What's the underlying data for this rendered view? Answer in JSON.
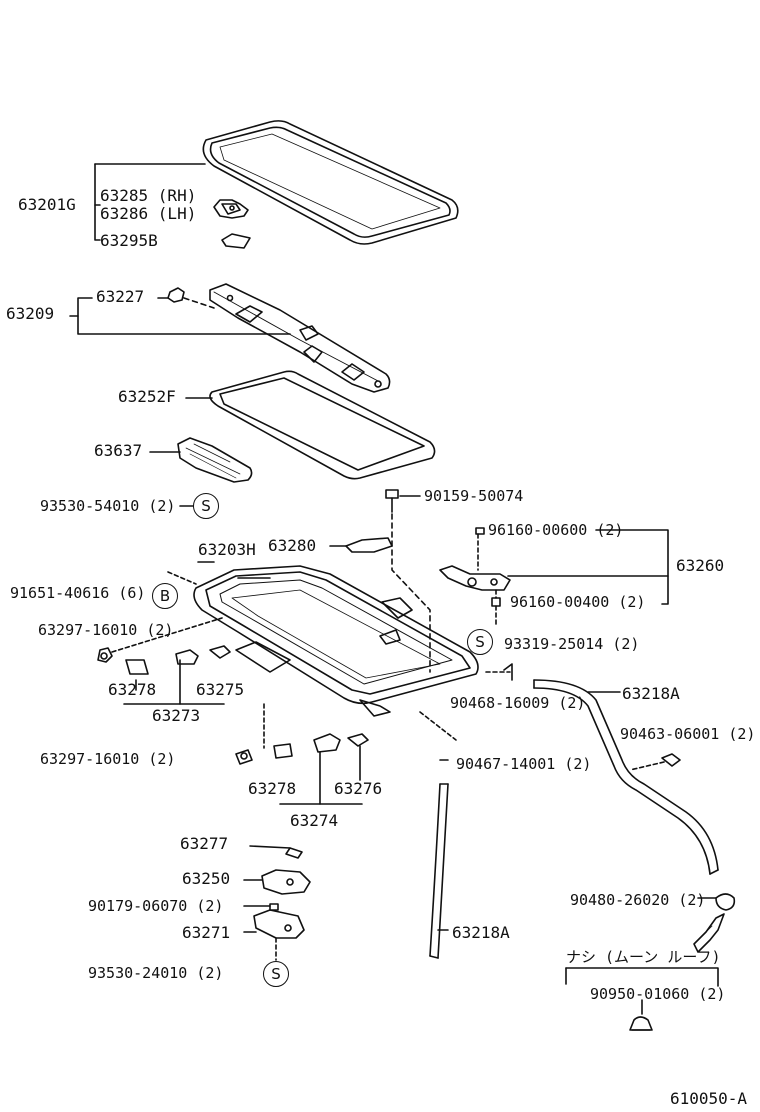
{
  "labels": {
    "p63201g": "63201G",
    "p63285": "63285 (RH)",
    "p63286": "63286 (LH)",
    "p63295b": "63295B",
    "p63209": "63209",
    "p63227": "63227",
    "p63252f": "63252F",
    "p63637": "63637",
    "p93530_54010": "93530-54010 (2)",
    "p90159": "90159-50074",
    "p96160_600": "96160-00600 (2)",
    "p63203h": "63203H",
    "p63280": "63280",
    "p63260": "63260",
    "p91651": "91651-40616 (6)",
    "p96160_400": "96160-00400 (2)",
    "p63297_a": "63297-16010 (2)",
    "p93319": "93319-25014 (2)",
    "p63278_a": "63278",
    "p63275": "63275",
    "p63273": "63273",
    "p90468": "90468-16009 (2)",
    "p63218a_a": "63218A",
    "p90463": "90463-06001 (2)",
    "p63297_b": "63297-16010 (2)",
    "p90467": "90467-14001 (2)",
    "p63278_b": "63278",
    "p63276": "63276",
    "p63274": "63274",
    "p63277": "63277",
    "p63250": "63250",
    "p90179": "90179-06070 (2)",
    "p90480": "90480-26020 (2)",
    "p63271": "63271",
    "p63218a_b": "63218A",
    "p93530_24010": "93530-24010 (2)",
    "note_moonroof": "ナシ (ムーン ルーフ)",
    "p90950": "90950-01060 (2)",
    "figure_id": "610050-A"
  },
  "symbols": {
    "s1": "S",
    "s2": "S",
    "s3": "S",
    "b1": "B"
  }
}
